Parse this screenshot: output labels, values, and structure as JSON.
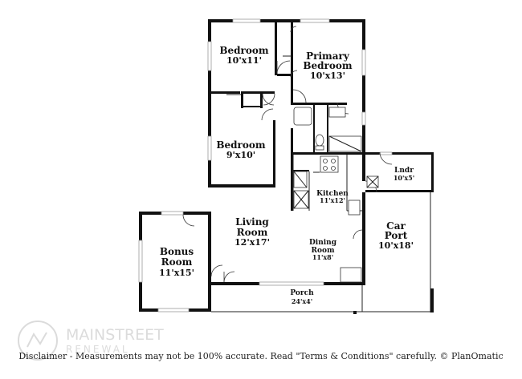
{
  "rooms": {
    "bedroom1": {
      "name": "Bedroom",
      "dims": "10'x11'"
    },
    "primary": {
      "name_line1": "Primary",
      "name_line2": "Bedroom",
      "dims": "10'x13'"
    },
    "bedroom2": {
      "name": "Bedroom",
      "dims": "9'x10'"
    },
    "living": {
      "name_line1": "Living",
      "name_line2": "Room",
      "dims": "12'x17'"
    },
    "kitchen": {
      "name": "Kitchen",
      "dims": "11'x12'"
    },
    "dining": {
      "name_line1": "Dining",
      "name_line2": "Room",
      "dims": "11'x8'"
    },
    "laundry": {
      "name": "Lndr",
      "dims": "10'x5'"
    },
    "carport": {
      "name_line1": "Car",
      "name_line2": "Port",
      "dims": "10'x18'"
    },
    "bonus": {
      "name_line1": "Bonus",
      "name_line2": "Room",
      "dims": "11'x15'"
    },
    "porch": {
      "name": "Porch",
      "dims": "24'x4'"
    }
  },
  "watermark": {
    "brand": "MAINSTREET",
    "sub": "RENEWAL"
  },
  "disclaimer": "Disclaimer - Measurements may not be 100% accurate. Read \"Terms & Conditions\" carefully. © PlanOmatic"
}
